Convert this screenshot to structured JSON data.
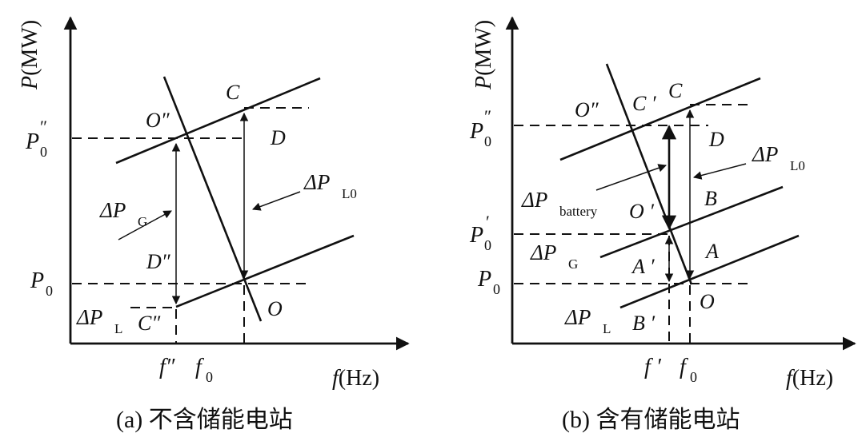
{
  "panel_a": {
    "y_axis": {
      "sym": "P",
      "unit": "(MW)"
    },
    "x_axis": {
      "sym": "f",
      "unit": "(Hz)"
    },
    "p0pp": {
      "sym": "P",
      "sub": "0",
      "sup": "″"
    },
    "p0": {
      "sym": "P",
      "sub": "0"
    },
    "pt_opp": "O″",
    "pt_c": "C",
    "pt_d": "D",
    "pt_dpp": "D″",
    "pt_cpp": "C″",
    "pt_o": "O",
    "dpg": {
      "sym": "ΔP",
      "sub": "G"
    },
    "dpl0": {
      "sym": "ΔP",
      "sub": "L0"
    },
    "dpl": {
      "sym": "ΔP",
      "sub": "L"
    },
    "fpp": "f″",
    "f0": {
      "sym": "f",
      "sub": "0"
    },
    "caption": "(a) 不含储能电站"
  },
  "panel_b": {
    "y_axis": {
      "sym": "P",
      "unit": "(MW)"
    },
    "x_axis": {
      "sym": "f",
      "unit": "(Hz)"
    },
    "p0pp": {
      "sym": "P",
      "sub": "0",
      "sup": "″"
    },
    "p0p": {
      "sym": "P",
      "sub": "0",
      "sup": "′"
    },
    "p0": {
      "sym": "P",
      "sub": "0"
    },
    "pt_opp": "O″",
    "pt_cp": "C ′",
    "pt_c": "C",
    "pt_d": "D",
    "pt_b": "B",
    "pt_op": "O ′",
    "pt_ap": "A ′",
    "pt_a": "A",
    "pt_o": "O",
    "pt_bp": "B ′",
    "dpl0": {
      "sym": "ΔP",
      "sub": "L0"
    },
    "dpbat": {
      "sym": "ΔP",
      "sub": "battery"
    },
    "dpg": {
      "sym": "ΔP",
      "sub": "G"
    },
    "dpl": {
      "sym": "ΔP",
      "sub": "L"
    },
    "fp": "f ′",
    "f0": {
      "sym": "f",
      "sub": "0"
    },
    "caption": "(b) 含有储能电站"
  }
}
